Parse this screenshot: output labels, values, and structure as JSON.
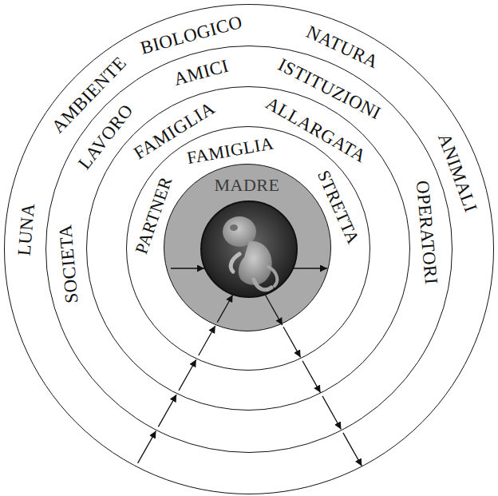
{
  "diagram": {
    "nodes": [
      {
        "text": [
          "LUNA",
          "AMBIENTE",
          "BIOLOGICO",
          "NATURA",
          "ANIMALI"
        ]
      },
      {
        "text": [
          "SOCIETA",
          "LAVORO",
          "AMICI",
          "ISTITUZIONI",
          "OPERATORI"
        ],
        "in": 0
      },
      {
        "text": [
          "FAMIGLIA",
          "ALLARGATA"
        ],
        "in": 1
      },
      {
        "text": [
          "PARTNER",
          "FAMIGLIA",
          "STRETTA"
        ],
        "in": 2
      },
      {
        "text": [
          "MADRE"
        ],
        "in": 3
      }
    ],
    "edges": [
      {
        "from": 0,
        "to": 1,
        "arrow": "to"
      },
      {
        "from": 1,
        "to": 2,
        "arrow": "to"
      },
      {
        "from": 2,
        "to": 3,
        "arrow": "to"
      },
      {
        "from": 3,
        "to": 4,
        "arrow": "to"
      },
      {
        "from": 4,
        "to": 3,
        "arrow": "to"
      },
      {
        "from": 3,
        "to": 2,
        "arrow": "to"
      },
      {
        "from": 2,
        "to": 1,
        "arrow": "to"
      },
      {
        "from": 1,
        "to": 0,
        "arrow": "to"
      }
    ]
  }
}
